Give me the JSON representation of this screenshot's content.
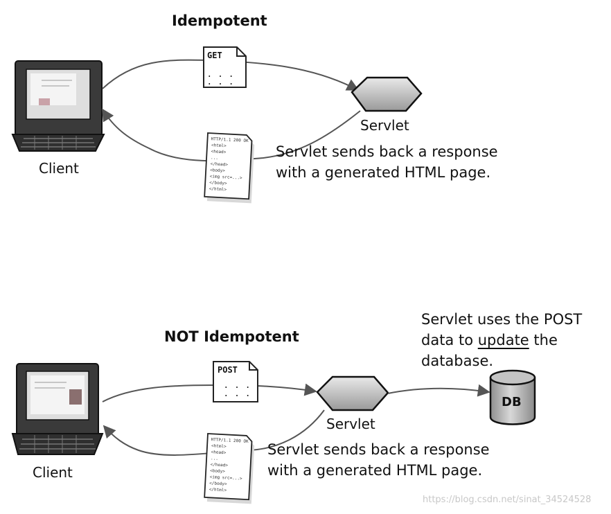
{
  "top": {
    "title": "Idempotent",
    "client_label": "Client",
    "servlet_label": "Servlet",
    "request_doc": "GET",
    "response_text": [
      "Servlet sends back a response",
      "with a generated HTML  page."
    ]
  },
  "bottom": {
    "title": "NOT Idempotent",
    "client_label": "Client",
    "servlet_label": "Servlet",
    "request_doc": "POST",
    "db_label": "DB",
    "db_note": {
      "line1": "Servlet uses the POST",
      "line2_before": "data to ",
      "line2_underlined": "update",
      "line2_after": " the",
      "line3": "database."
    },
    "response_text": [
      "Servlet sends back a response",
      "with a generated HTML  page."
    ]
  },
  "response_doc_lines": [
    "HTTP/1.1 200 OK",
    "<html>",
    "<head>",
    "...",
    "</head>",
    "<body>",
    "<img src=...>",
    "</body>",
    "</html>"
  ],
  "watermark": "https://blog.csdn.net/sinat_34524528"
}
